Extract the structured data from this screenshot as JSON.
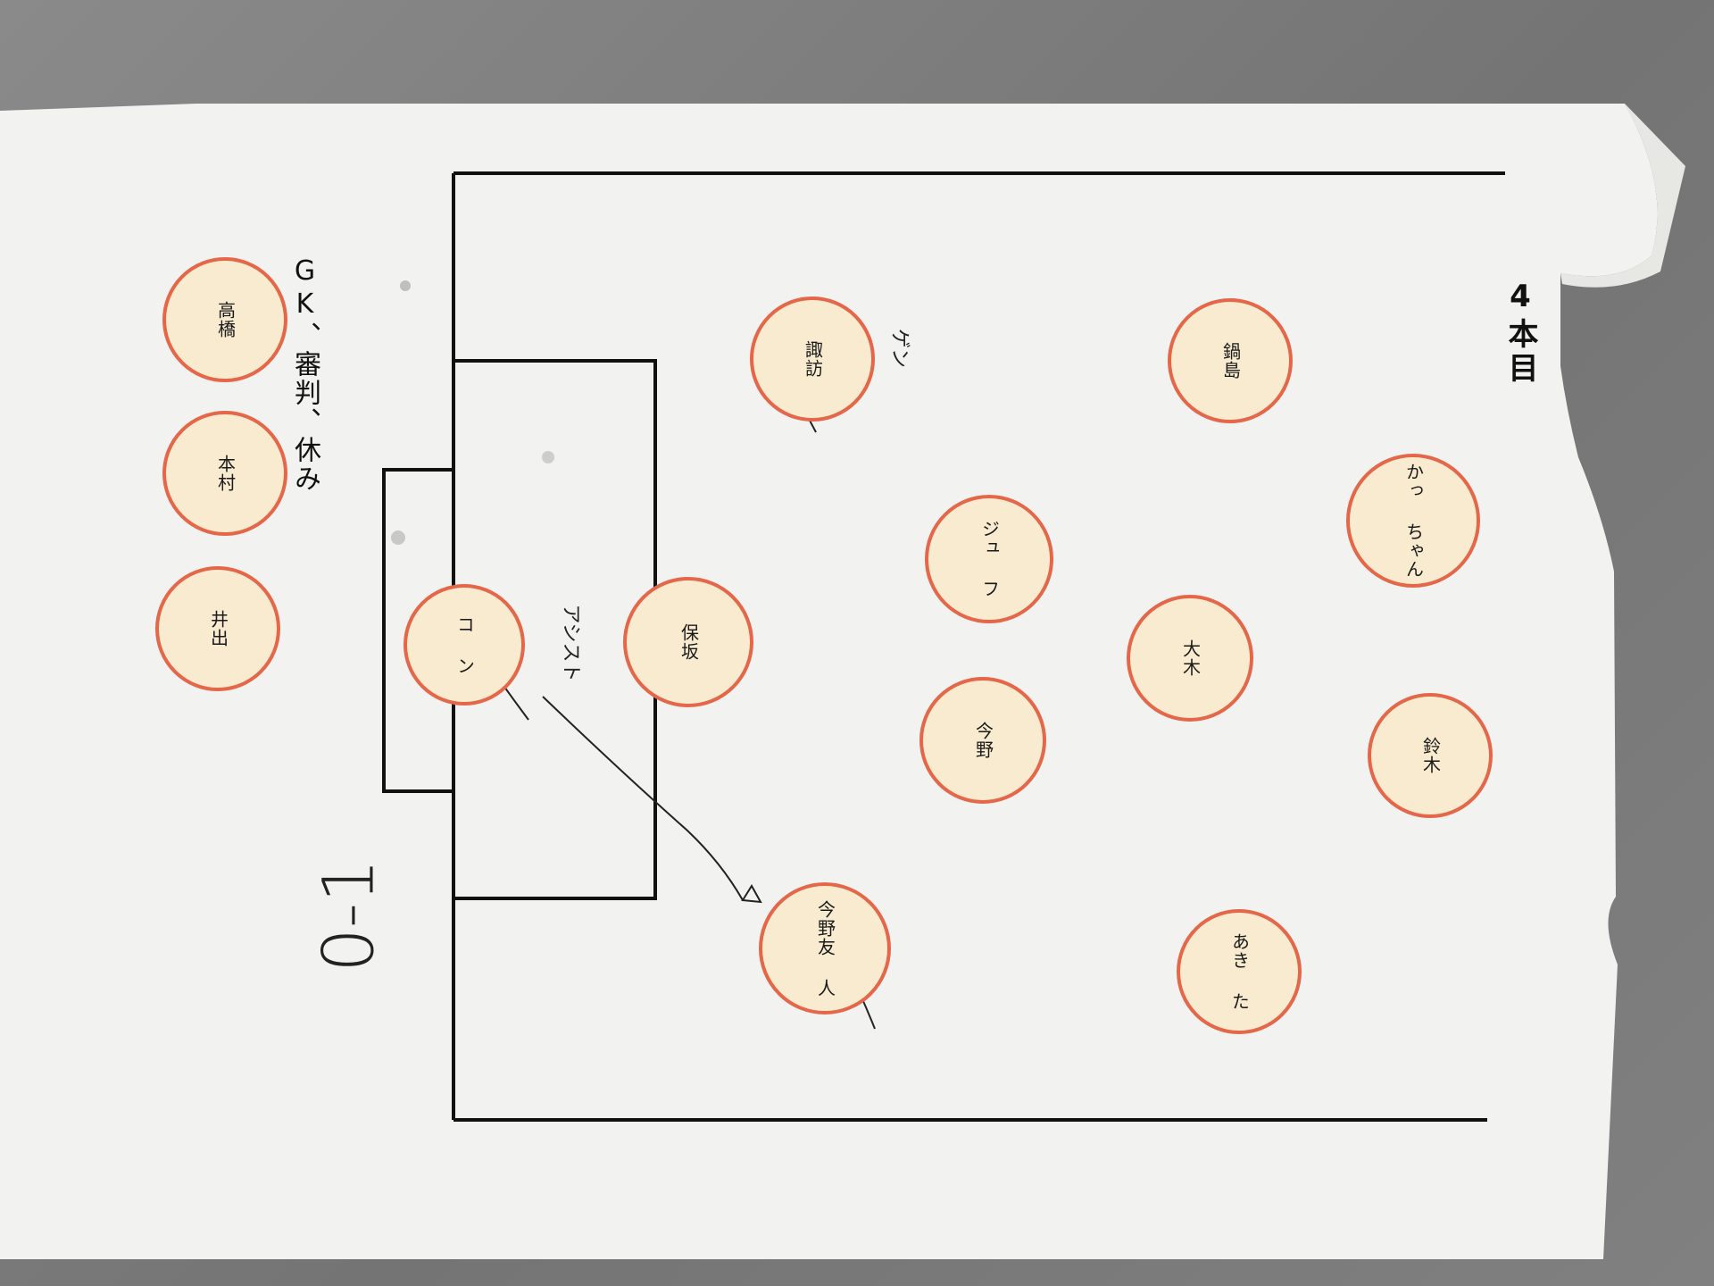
{
  "title": "4本目",
  "bench_label": "GK、審判、休み",
  "bench": [
    {
      "name": "高橋",
      "id": "bench-takahashi"
    },
    {
      "name": "本村",
      "id": "bench-motomura"
    },
    {
      "name": "井出",
      "id": "bench-ide"
    }
  ],
  "players": {
    "suwa": "諏訪",
    "jyu": "ジュ\nフ",
    "kon": "コ\nン",
    "hosaka": "保坂",
    "imano": "今野",
    "imanoyu": "今野友\n人",
    "nabeshima": "鍋島",
    "katsuchan": "かっ\nちゃん",
    "suzuki_m": "大木",
    "suzuki": "鈴木",
    "akita": "あき\nた"
  },
  "notes": {
    "left_note": "ゲン",
    "kon_note": "アシスト",
    "score": "0-1"
  },
  "colors": {
    "paper": "#f2f2f0",
    "player_fill": "#f8ebcf",
    "player_border": "#e5674a",
    "lines": "#111111"
  }
}
